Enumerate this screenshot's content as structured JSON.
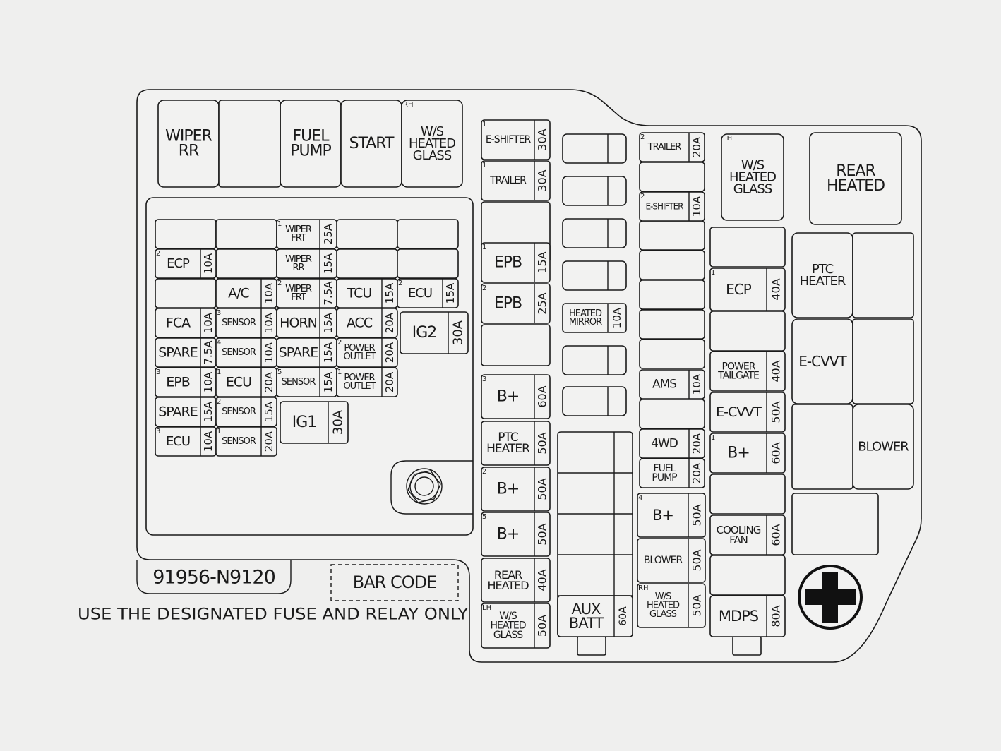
{
  "part_number": "91956-N9120",
  "bar_code_label": "BAR CODE",
  "warning": "USE THE DESIGNATED FUSE AND RELAY ONLY",
  "relays": [
    {
      "id": "wiper-rr-relay",
      "lines": [
        "WIPER",
        "RR"
      ]
    },
    {
      "id": "fuel-pump-relay",
      "lines": [
        "FUEL",
        "PUMP"
      ]
    },
    {
      "id": "start-relay",
      "lines": [
        "START"
      ]
    },
    {
      "id": "ws-heated-glass-relay-rh",
      "lines": [
        "W/S",
        "HEATED",
        "GLASS"
      ],
      "mark": "RH"
    },
    {
      "id": "ws-heated-glass-relay-lh",
      "lines": [
        "W/S",
        "HEATED",
        "GLASS"
      ],
      "mark": "LH"
    },
    {
      "id": "rear-heated-relay",
      "lines": [
        "REAR",
        "HEATED"
      ]
    },
    {
      "id": "ptc-heater-relay",
      "lines": [
        "PTC",
        "HEATER"
      ]
    },
    {
      "id": "e-cvvt-relay",
      "lines": [
        "E-CVVT"
      ]
    },
    {
      "id": "blower-relay",
      "lines": [
        "BLOWER"
      ]
    }
  ],
  "fuses": [
    {
      "id": "wiper-frt-25a",
      "lines": [
        "WIPER",
        "FRT"
      ],
      "amp": "25A",
      "mark": "1"
    },
    {
      "id": "ecp-10a",
      "lines": [
        "ECP"
      ],
      "amp": "10A",
      "mark": "2"
    },
    {
      "id": "wiper-rr-15a",
      "lines": [
        "WIPER",
        "RR"
      ],
      "amp": "15A"
    },
    {
      "id": "ac-10a",
      "lines": [
        "A/C"
      ],
      "amp": "10A"
    },
    {
      "id": "wiper-frt-7-5a",
      "lines": [
        "WIPER",
        "FRT"
      ],
      "amp": "7.5A",
      "mark": "2"
    },
    {
      "id": "tcu-15a",
      "lines": [
        "TCU"
      ],
      "amp": "15A"
    },
    {
      "id": "ecu-15a-a",
      "lines": [
        "ECU"
      ],
      "amp": "15A",
      "mark": "2"
    },
    {
      "id": "fca-10a",
      "lines": [
        "FCA"
      ],
      "amp": "10A"
    },
    {
      "id": "sensor-10a-3",
      "lines": [
        "SENSOR"
      ],
      "amp": "10A",
      "mark": "3"
    },
    {
      "id": "horn-15a",
      "lines": [
        "HORN"
      ],
      "amp": "15A"
    },
    {
      "id": "acc-20a",
      "lines": [
        "ACC"
      ],
      "amp": "20A"
    },
    {
      "id": "ig2-30a",
      "lines": [
        "IG2"
      ],
      "amp": "30A"
    },
    {
      "id": "spare-7-5a",
      "lines": [
        "SPARE"
      ],
      "amp": "7.5A"
    },
    {
      "id": "sensor-10a-4",
      "lines": [
        "SENSOR"
      ],
      "amp": "10A",
      "mark": "4"
    },
    {
      "id": "spare-15a-a",
      "lines": [
        "SPARE"
      ],
      "amp": "15A"
    },
    {
      "id": "power-outlet-20a-2",
      "lines": [
        "POWER",
        "OUTLET"
      ],
      "amp": "20A",
      "mark": "2"
    },
    {
      "id": "epb-10a",
      "lines": [
        "EPB"
      ],
      "amp": "10A",
      "mark": "3"
    },
    {
      "id": "ecu-20a",
      "lines": [
        "ECU"
      ],
      "amp": "20A",
      "mark": "1"
    },
    {
      "id": "sensor-15a-5",
      "lines": [
        "SENSOR"
      ],
      "amp": "15A",
      "mark": "5"
    },
    {
      "id": "power-outlet-20a-1",
      "lines": [
        "POWER",
        "OUTLET"
      ],
      "amp": "20A",
      "mark": "1"
    },
    {
      "id": "spare-15a-b",
      "lines": [
        "SPARE"
      ],
      "amp": "15A"
    },
    {
      "id": "sensor-15a-2",
      "lines": [
        "SENSOR"
      ],
      "amp": "15A",
      "mark": "2"
    },
    {
      "id": "ig1-30a",
      "lines": [
        "IG1"
      ],
      "amp": "30A"
    },
    {
      "id": "ecu-10a",
      "lines": [
        "ECU"
      ],
      "amp": "10A",
      "mark": "3"
    },
    {
      "id": "sensor-20a-1",
      "lines": [
        "SENSOR"
      ],
      "amp": "20A",
      "mark": "1"
    },
    {
      "id": "e-shifter-30a",
      "lines": [
        "E-SHIFTER"
      ],
      "amp": "30A",
      "mark": "1"
    },
    {
      "id": "trailer-30a",
      "lines": [
        "TRAILER"
      ],
      "amp": "30A",
      "mark": "1"
    },
    {
      "id": "epb-15a",
      "lines": [
        "EPB"
      ],
      "amp": "15A",
      "mark": "1"
    },
    {
      "id": "epb-25a",
      "lines": [
        "EPB"
      ],
      "amp": "25A",
      "mark": "2"
    },
    {
      "id": "b-plus-60a-3",
      "lines": [
        "B+"
      ],
      "amp": "60A",
      "mark": "3"
    },
    {
      "id": "ptc-heater-50a",
      "lines": [
        "PTC",
        "HEATER"
      ],
      "amp": "50A"
    },
    {
      "id": "b-plus-50a-2",
      "lines": [
        "B+"
      ],
      "amp": "50A",
      "mark": "2"
    },
    {
      "id": "b-plus-50a-5",
      "lines": [
        "B+"
      ],
      "amp": "50A",
      "mark": "5"
    },
    {
      "id": "rear-heated-40a",
      "lines": [
        "REAR",
        "HEATED"
      ],
      "amp": "40A"
    },
    {
      "id": "ws-heated-glass-50a-lh",
      "lines": [
        "W/S",
        "HEATED",
        "GLASS"
      ],
      "amp": "50A",
      "mark": "LH"
    },
    {
      "id": "heated-mirror-10a",
      "lines": [
        "HEATED",
        "MIRROR"
      ],
      "amp": "10A"
    },
    {
      "id": "aux-batt-60a",
      "lines": [
        "AUX",
        "BATT"
      ],
      "amp": "60A"
    },
    {
      "id": "trailer-20a",
      "lines": [
        "TRAILER"
      ],
      "amp": "20A",
      "mark": "2"
    },
    {
      "id": "e-shifter-10a",
      "lines": [
        "E-SHIFTER"
      ],
      "amp": "10A",
      "mark": "2"
    },
    {
      "id": "ams-10a",
      "lines": [
        "AMS"
      ],
      "amp": "10A"
    },
    {
      "id": "4wd-20a",
      "lines": [
        "4WD"
      ],
      "amp": "20A"
    },
    {
      "id": "fuel-pump-20a",
      "lines": [
        "FUEL",
        "PUMP"
      ],
      "amp": "20A"
    },
    {
      "id": "b-plus-50a-4",
      "lines": [
        "B+"
      ],
      "amp": "50A",
      "mark": "4"
    },
    {
      "id": "blower-50a",
      "lines": [
        "BLOWER"
      ],
      "amp": "50A"
    },
    {
      "id": "ws-heated-glass-50a-rh",
      "lines": [
        "W/S",
        "HEATED",
        "GLASS"
      ],
      "amp": "50A",
      "mark": "RH"
    },
    {
      "id": "ecp-40a",
      "lines": [
        "ECP"
      ],
      "amp": "40A",
      "mark": "1"
    },
    {
      "id": "power-tailgate-40a",
      "lines": [
        "POWER",
        "TAILGATE"
      ],
      "amp": "40A"
    },
    {
      "id": "e-cvvt-50a",
      "lines": [
        "E-CVVT"
      ],
      "amp": "50A"
    },
    {
      "id": "b-plus-60a-1",
      "lines": [
        "B+"
      ],
      "amp": "60A",
      "mark": "1"
    },
    {
      "id": "cooling-fan-60a",
      "lines": [
        "COOLING",
        "FAN"
      ],
      "amp": "60A"
    },
    {
      "id": "mdps-80a",
      "lines": [
        "MDPS"
      ],
      "amp": "80A"
    }
  ]
}
